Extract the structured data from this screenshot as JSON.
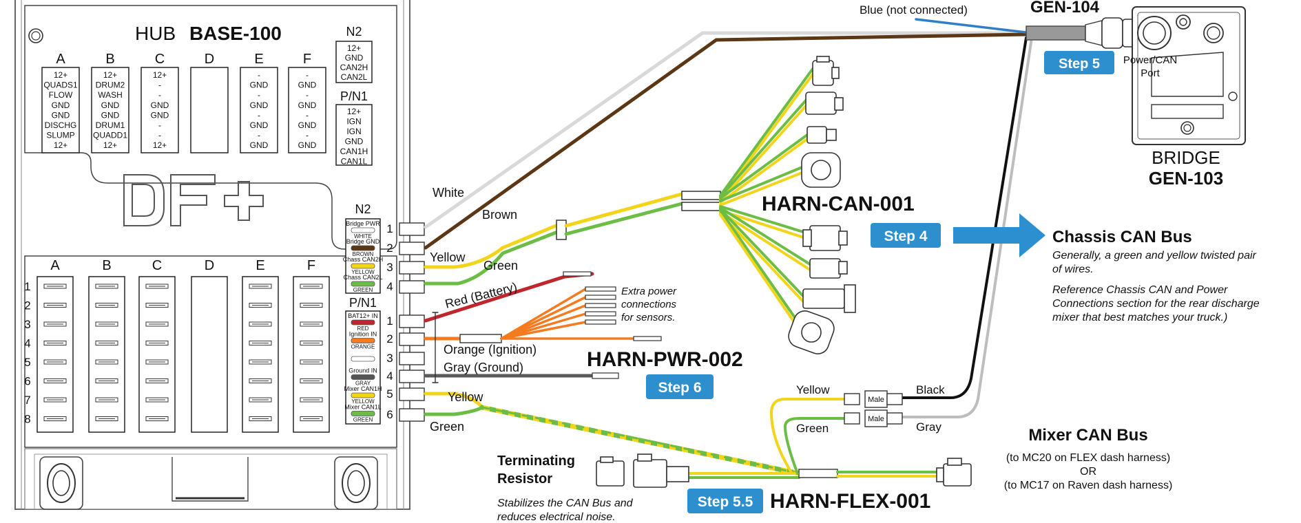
{
  "hub": {
    "title_prefix": "HUB",
    "title_model": "BASE-100",
    "top_columns": [
      {
        "label": "A",
        "pins": [
          "12+",
          "QUADS1",
          "FLOW",
          "GND",
          "GND",
          "DISCHG",
          "SLUMP",
          "12+"
        ]
      },
      {
        "label": "B",
        "pins": [
          "12+",
          "DRUM2",
          "WASH",
          "GND",
          "GND",
          "DRUM1",
          "QUADD1",
          "12+"
        ]
      },
      {
        "label": "C",
        "pins": [
          "12+",
          "-",
          "-",
          "GND",
          "GND",
          "-",
          "-",
          "12+"
        ]
      },
      {
        "label": "D",
        "pins": []
      },
      {
        "label": "E",
        "pins": [
          "-",
          "GND",
          "-",
          "GND",
          "-",
          "GND",
          "-",
          "GND"
        ]
      },
      {
        "label": "F",
        "pins": [
          "-",
          "GND",
          "-",
          "GND",
          "-",
          "GND",
          "-",
          "GND"
        ]
      }
    ],
    "n2_title": "N2",
    "n2_pins": [
      "12+",
      "GND",
      "CAN2H",
      "CAN2L"
    ],
    "pn1_title": "P/N1",
    "pn1_pins": [
      "12+",
      "IGN",
      "IGN",
      "GND",
      "CAN1H",
      "CAN1L"
    ],
    "bottom_columns": [
      "A",
      "B",
      "C",
      "D",
      "E",
      "F"
    ],
    "row_numbers": [
      "1",
      "2",
      "3",
      "4",
      "5",
      "6",
      "7",
      "8"
    ]
  },
  "n2_connector": {
    "title": "N2",
    "pins": [
      {
        "label": "Bridge PWR",
        "color_name": "WHITE",
        "color": "#ffffff"
      },
      {
        "label": "Bridge GND",
        "color_name": "BROWN",
        "color": "#5b3716"
      },
      {
        "label": "Chass CAN2H",
        "color_name": "YELLOW",
        "color": "#f2d51b"
      },
      {
        "label": "Chass CAN2L",
        "color_name": "GREEN",
        "color": "#6cbd45"
      }
    ],
    "numbers": [
      "1",
      "2",
      "3",
      "4"
    ]
  },
  "pn1_connector": {
    "title": "P/N1",
    "pins": [
      {
        "label": "BAT12+ IN",
        "color_name": "RED",
        "color": "#c0272d"
      },
      {
        "label": "Ignition IN",
        "color_name": "ORANGE",
        "color": "#f47b20"
      },
      {
        "label": "",
        "color_name": "",
        "color": "#ffffff"
      },
      {
        "label": "Ground IN",
        "color_name": "GRAY",
        "color": "#555555"
      },
      {
        "label": "Mixer CAN1H",
        "color_name": "YELLOW",
        "color": "#f2d51b"
      },
      {
        "label": "Mixer CAN1L",
        "color_name": "GREEN",
        "color": "#6cbd45"
      }
    ],
    "numbers": [
      "1",
      "2",
      "3",
      "4",
      "5",
      "6"
    ]
  },
  "wire_labels": {
    "white": "White",
    "brown": "Brown",
    "yellow_n2": "Yellow",
    "green_n2": "Green",
    "red": "Red (Battery)",
    "orange": "Orange (Ignition)",
    "gray": "Gray (Ground)",
    "yellow_pn1": "Yellow",
    "green_pn1": "Green",
    "blue": "Blue (not connected)",
    "yellow_flex": "Yellow",
    "green_flex": "Green",
    "black": "Black",
    "gray_flex": "Gray",
    "male_1": "Male",
    "male_2": "Male"
  },
  "extra_power_note": [
    "Extra power",
    "connections",
    "for sensors."
  ],
  "harnesses": {
    "can": "HARN-CAN-001",
    "pwr": "HARN-PWR-002",
    "flex": "HARN-FLEX-001",
    "gen104": "GEN-104"
  },
  "steps": {
    "step4": "Step 4",
    "step5": "Step 5",
    "step55": "Step 5.5",
    "step6": "Step 6"
  },
  "bridge": {
    "port_label": [
      "Power/CAN",
      "Port"
    ],
    "title": "BRIDGE",
    "model": "GEN-103"
  },
  "chassis_can": {
    "title": "Chassis CAN Bus",
    "line1": [
      "Generally, a green and yellow twisted pair",
      "of wires."
    ],
    "line2": [
      "Reference Chassis CAN and Power",
      "Connections section for the rear discharge",
      "mixer that best matches your truck.)"
    ]
  },
  "mixer_can": {
    "title": "Mixer CAN Bus",
    "lines": [
      "(to MC20 on FLEX dash harness)",
      "OR",
      "(to MC17 on Raven dash harness)"
    ]
  },
  "resistor": {
    "title": [
      "Terminating",
      "Resistor"
    ],
    "note": [
      "Stabilizes the CAN Bus and",
      "reduces electrical noise."
    ]
  },
  "colors": {
    "step_blue": "#2e8fcf",
    "arrow_blue": "#2b8fd0",
    "white_wire": "#d9d9d9",
    "brown": "#5b3716",
    "yellow": "#f2d51b",
    "green": "#6cbd45",
    "red": "#c0272d",
    "orange": "#f47b20",
    "gray": "#5a5a5a",
    "blue_wire": "#2e7fc8",
    "black": "#111111",
    "light_gray_wire": "#bdbdbd"
  }
}
